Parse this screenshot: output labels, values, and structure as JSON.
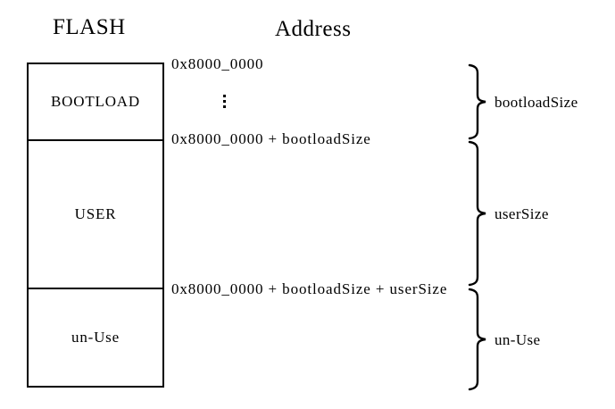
{
  "page": {
    "background_color": "#ffffff",
    "ink_color": "#000000"
  },
  "headings": {
    "flash": "FLASH",
    "address": "Address"
  },
  "flash_box": {
    "sections": [
      {
        "label": "BOOTLOAD"
      },
      {
        "label": "USER"
      },
      {
        "label": "un-Use"
      }
    ]
  },
  "addresses": {
    "start": "0x8000_0000",
    "after_bootload": "0x8000_0000 + bootloadSize",
    "after_user": "0x8000_0000 + bootloadSize + userSize"
  },
  "size_braces": [
    {
      "label": "bootloadSize"
    },
    {
      "label": "userSize"
    },
    {
      "label": "un-Use"
    }
  ]
}
